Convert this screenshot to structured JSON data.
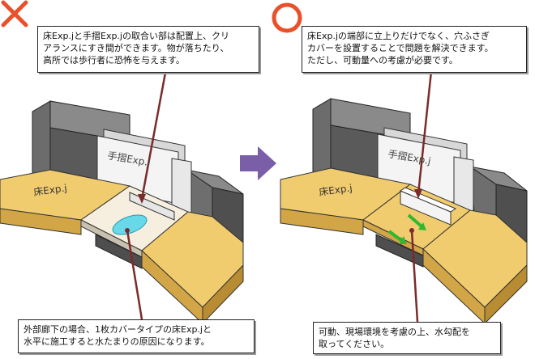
{
  "marks": {
    "bad": {
      "color": "#e8512c",
      "icon": "cross-icon"
    },
    "good": {
      "color": "#e8512c",
      "icon": "circle-icon"
    },
    "arrow": {
      "color": "#7a5ea8",
      "icon": "right-arrow-icon"
    }
  },
  "left": {
    "top_note": [
      "床Exp.jと手摺Exp.jの取合い部は配置上、クリ",
      "アランスにすき間ができます。物が落ちたり、",
      "高所では歩行者に恐怖を与えます。"
    ],
    "bottom_note": [
      "外部廊下の場合、1枚カバータイプの床Exp.jと",
      "水平に施工すると水たまりの原因になります。"
    ],
    "floor_label": "床Exp.j",
    "rail_label": "手摺Exp.j"
  },
  "right": {
    "top_note": [
      "床Exp.jの端部に立上りだけでなく、穴ふさぎ",
      "カバーを設置することで問題を解決できます。",
      "ただし、可動量への考慮が必要です。"
    ],
    "bottom_note": [
      "可動、現場環境を考慮の上、水勾配を",
      "取ってください。"
    ],
    "floor_label": "床Exp.j",
    "rail_label": "手摺Exp.j"
  },
  "colors": {
    "wall_dark": "#5a5a5a",
    "wall_mid": "#7e7e7e",
    "wall_light": "#a4a4a4",
    "floor": "#f1cc6f",
    "floor_side": "#d2a646",
    "cover": "#f6eede",
    "water": "#67d9e8",
    "green_arrow": "#2fb82f",
    "leader": "#7a2b2b"
  }
}
